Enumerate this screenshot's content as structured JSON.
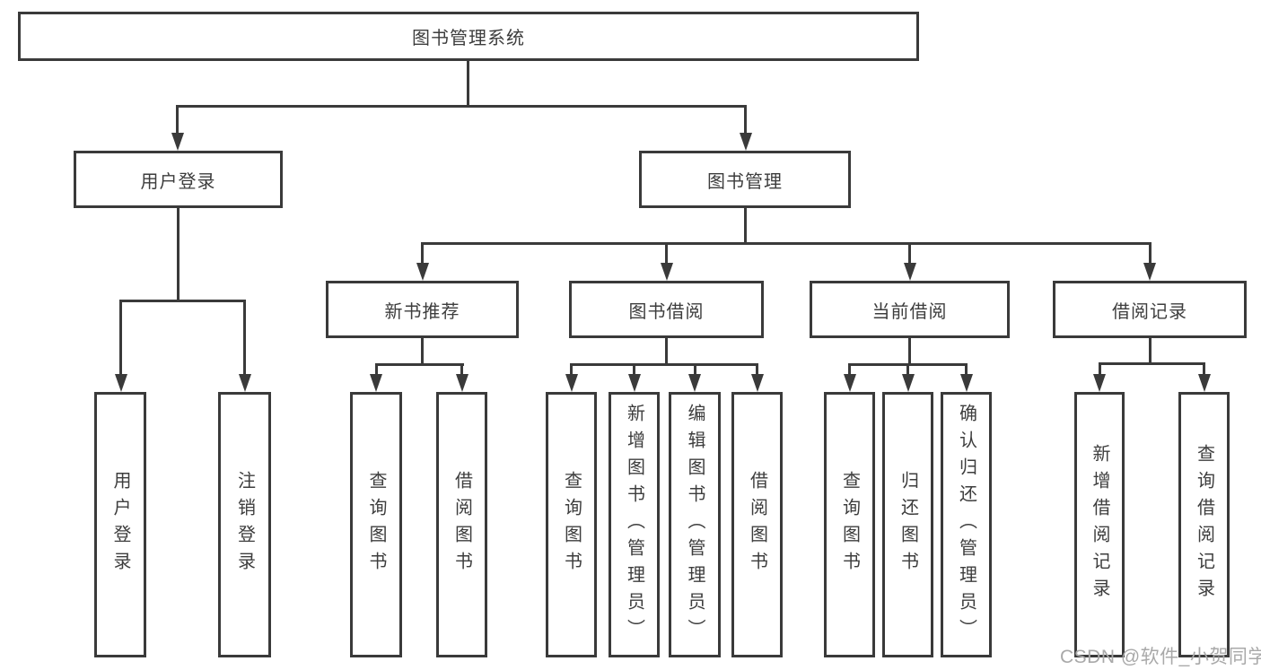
{
  "diagram": {
    "root": {
      "label": "图书管理系统"
    },
    "branches": [
      {
        "label": "用户登录",
        "children": [
          {
            "label": "用户登录"
          },
          {
            "label": "注销登录"
          }
        ]
      },
      {
        "label": "图书管理",
        "children": [
          {
            "label": "新书推荐",
            "children": [
              {
                "label": "查询图书"
              },
              {
                "label": "借阅图书"
              }
            ]
          },
          {
            "label": "图书借阅",
            "children": [
              {
                "label": "查询图书"
              },
              {
                "label": "新增图书（管理员）"
              },
              {
                "label": "编辑图书（管理员）"
              },
              {
                "label": "借阅图书"
              }
            ]
          },
          {
            "label": "当前借阅",
            "children": [
              {
                "label": "查询图书"
              },
              {
                "label": "归还图书"
              },
              {
                "label": "确认归还（管理员）"
              }
            ]
          },
          {
            "label": "借阅记录",
            "children": [
              {
                "label": "新增借阅记录"
              },
              {
                "label": "查询借阅记录"
              }
            ]
          }
        ]
      }
    ]
  },
  "watermark": {
    "text": "CSDN @软件_小贺同学"
  },
  "colors": {
    "line": "#3a3a3a",
    "text": "#3d3d3d",
    "watermark": "#a9a9a9",
    "background": "#ffffff"
  }
}
